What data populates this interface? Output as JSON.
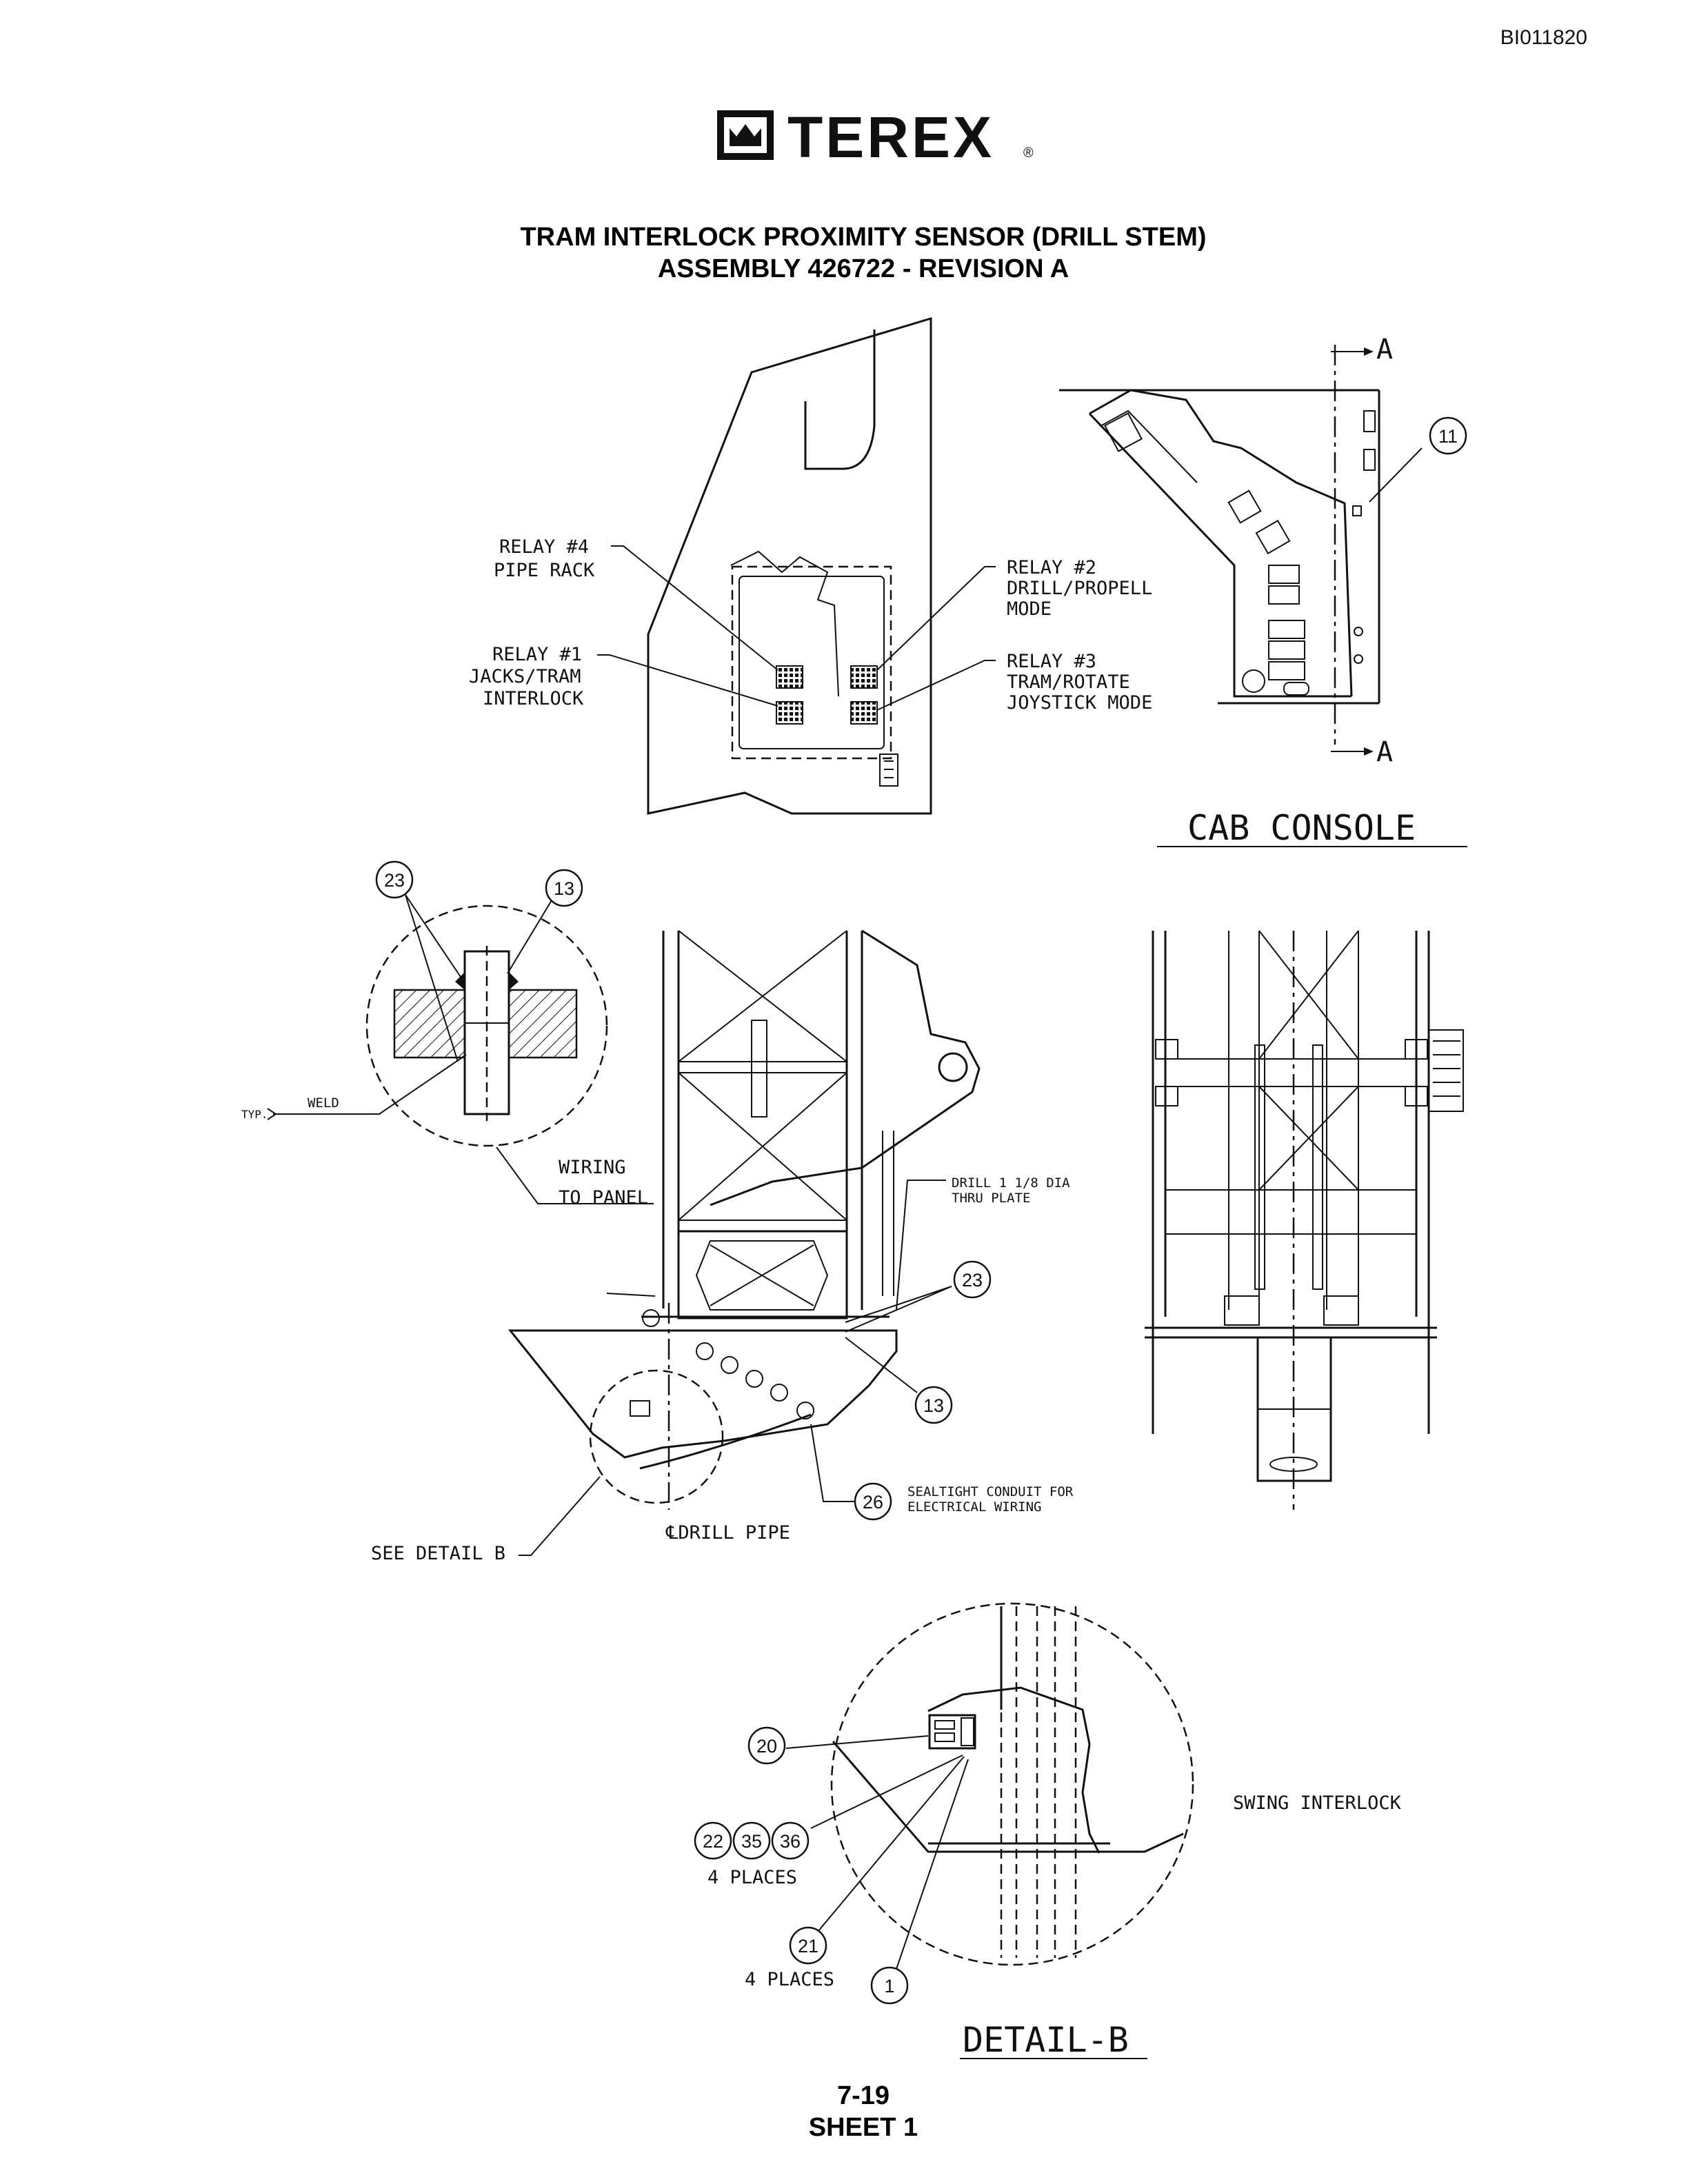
{
  "doc_id": "BI011820",
  "brand": {
    "name": "TEREX",
    "mark": "®"
  },
  "title": {
    "line1": "TRAM INTERLOCK PROXIMITY SENSOR (DRILL STEM)",
    "line2": "ASSEMBLY 426722 - REVISION A"
  },
  "cab_console": {
    "heading": "CAB CONSOLE",
    "section_marker": "A",
    "relays": {
      "relay4": [
        "RELAY #4",
        "PIPE RACK"
      ],
      "relay1": [
        "RELAY #1",
        "JACKS/TRAM",
        "INTERLOCK"
      ],
      "relay2": [
        "RELAY #2",
        "DRILL/PROPELL",
        "MODE"
      ],
      "relay3": [
        "RELAY #3",
        "TRAM/ROTATE",
        "JOYSTICK MODE"
      ]
    }
  },
  "mast_view": {
    "wiring": [
      "WIRING",
      "TO PANEL"
    ],
    "drill_note": [
      "DRILL 1 1/8 DIA",
      "THRU PLATE"
    ],
    "conduit_note": [
      "SEALTIGHT CONDUIT FOR",
      "ELECTRICAL WIRING"
    ],
    "weld": "WELD",
    "typ": "TYP.",
    "see_detail": "SEE DETAIL B",
    "centerline": "℄DRILL PIPE"
  },
  "detail_b": {
    "heading": "DETAIL-B",
    "swing_interlock": "SWING INTERLOCK",
    "four_places": "4 PLACES"
  },
  "balloons": {
    "b11": "11",
    "b23": "23",
    "b13": "13",
    "b26": "26",
    "b20": "20",
    "b22": "22",
    "b35": "35",
    "b36": "36",
    "b21": "21",
    "b1": "1"
  },
  "footer": {
    "page": "7-19",
    "sheet": "SHEET 1"
  }
}
